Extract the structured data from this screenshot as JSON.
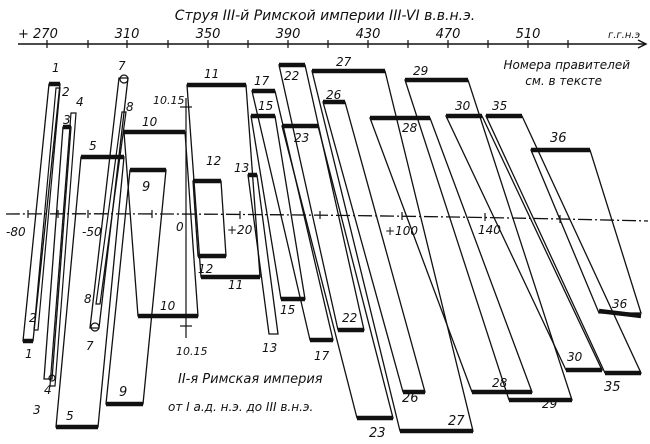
{
  "title": "Струя III-й Римской империи III-VI в.в.н.э.",
  "top_axis": {
    "unit_label": "г.г.н.э",
    "ticks": [
      "+ 270",
      "310",
      "350",
      "390",
      "430",
      "470",
      "510"
    ]
  },
  "bottom_axis": {
    "ticks": [
      "-80",
      "-50",
      "0",
      "+20",
      "+100",
      "140"
    ]
  },
  "legend_note": {
    "line1": "Номера правителей",
    "line2": "см. в тексте"
  },
  "caption": {
    "line1": "II-я Римская империя",
    "line2": "от I а.д. н.э. до III в.н.э."
  },
  "marker_labels": {
    "upper": "10.15",
    "lower": "10.15"
  },
  "ruler_labels": {
    "r1_top": "1",
    "r1_bottom": "1",
    "r2_top": "2",
    "r2_bottom": "2",
    "r3_top": "3",
    "r3_bottom": "3",
    "r4_top": "4",
    "r4_bottom": "4",
    "r5_top": "5",
    "r5_bottom": "5",
    "r7_top": "7",
    "r7_bottom": "7",
    "r8_top": "8",
    "r8_bottom": "8",
    "r9_top": "9",
    "r9_bottom": "9",
    "r10_top": "10",
    "r10_bottom": "10",
    "r11_top": "11",
    "r11_bottom": "11",
    "r12_top": "12",
    "r12_bottom": "12",
    "r13_top": "13",
    "r13_bottom": "13",
    "r15_top": "15",
    "r15_bottom": "15",
    "r17_top": "17",
    "r17_bottom": "17",
    "r22_top": "22",
    "r22_bottom": "22",
    "r23_top": "23",
    "r23_bottom": "23",
    "r26_top": "26",
    "r26_bottom": "26",
    "r27_top": "27",
    "r27_bottom": "27",
    "r28_top": "28",
    "r28_bottom": "28",
    "r29_top": "29",
    "r29_bottom": "29",
    "r30_top": "30",
    "r30_bottom": "30",
    "r35_top": "35",
    "r35_bottom": "35",
    "r36_top": "36",
    "r36_bottom": "36"
  }
}
